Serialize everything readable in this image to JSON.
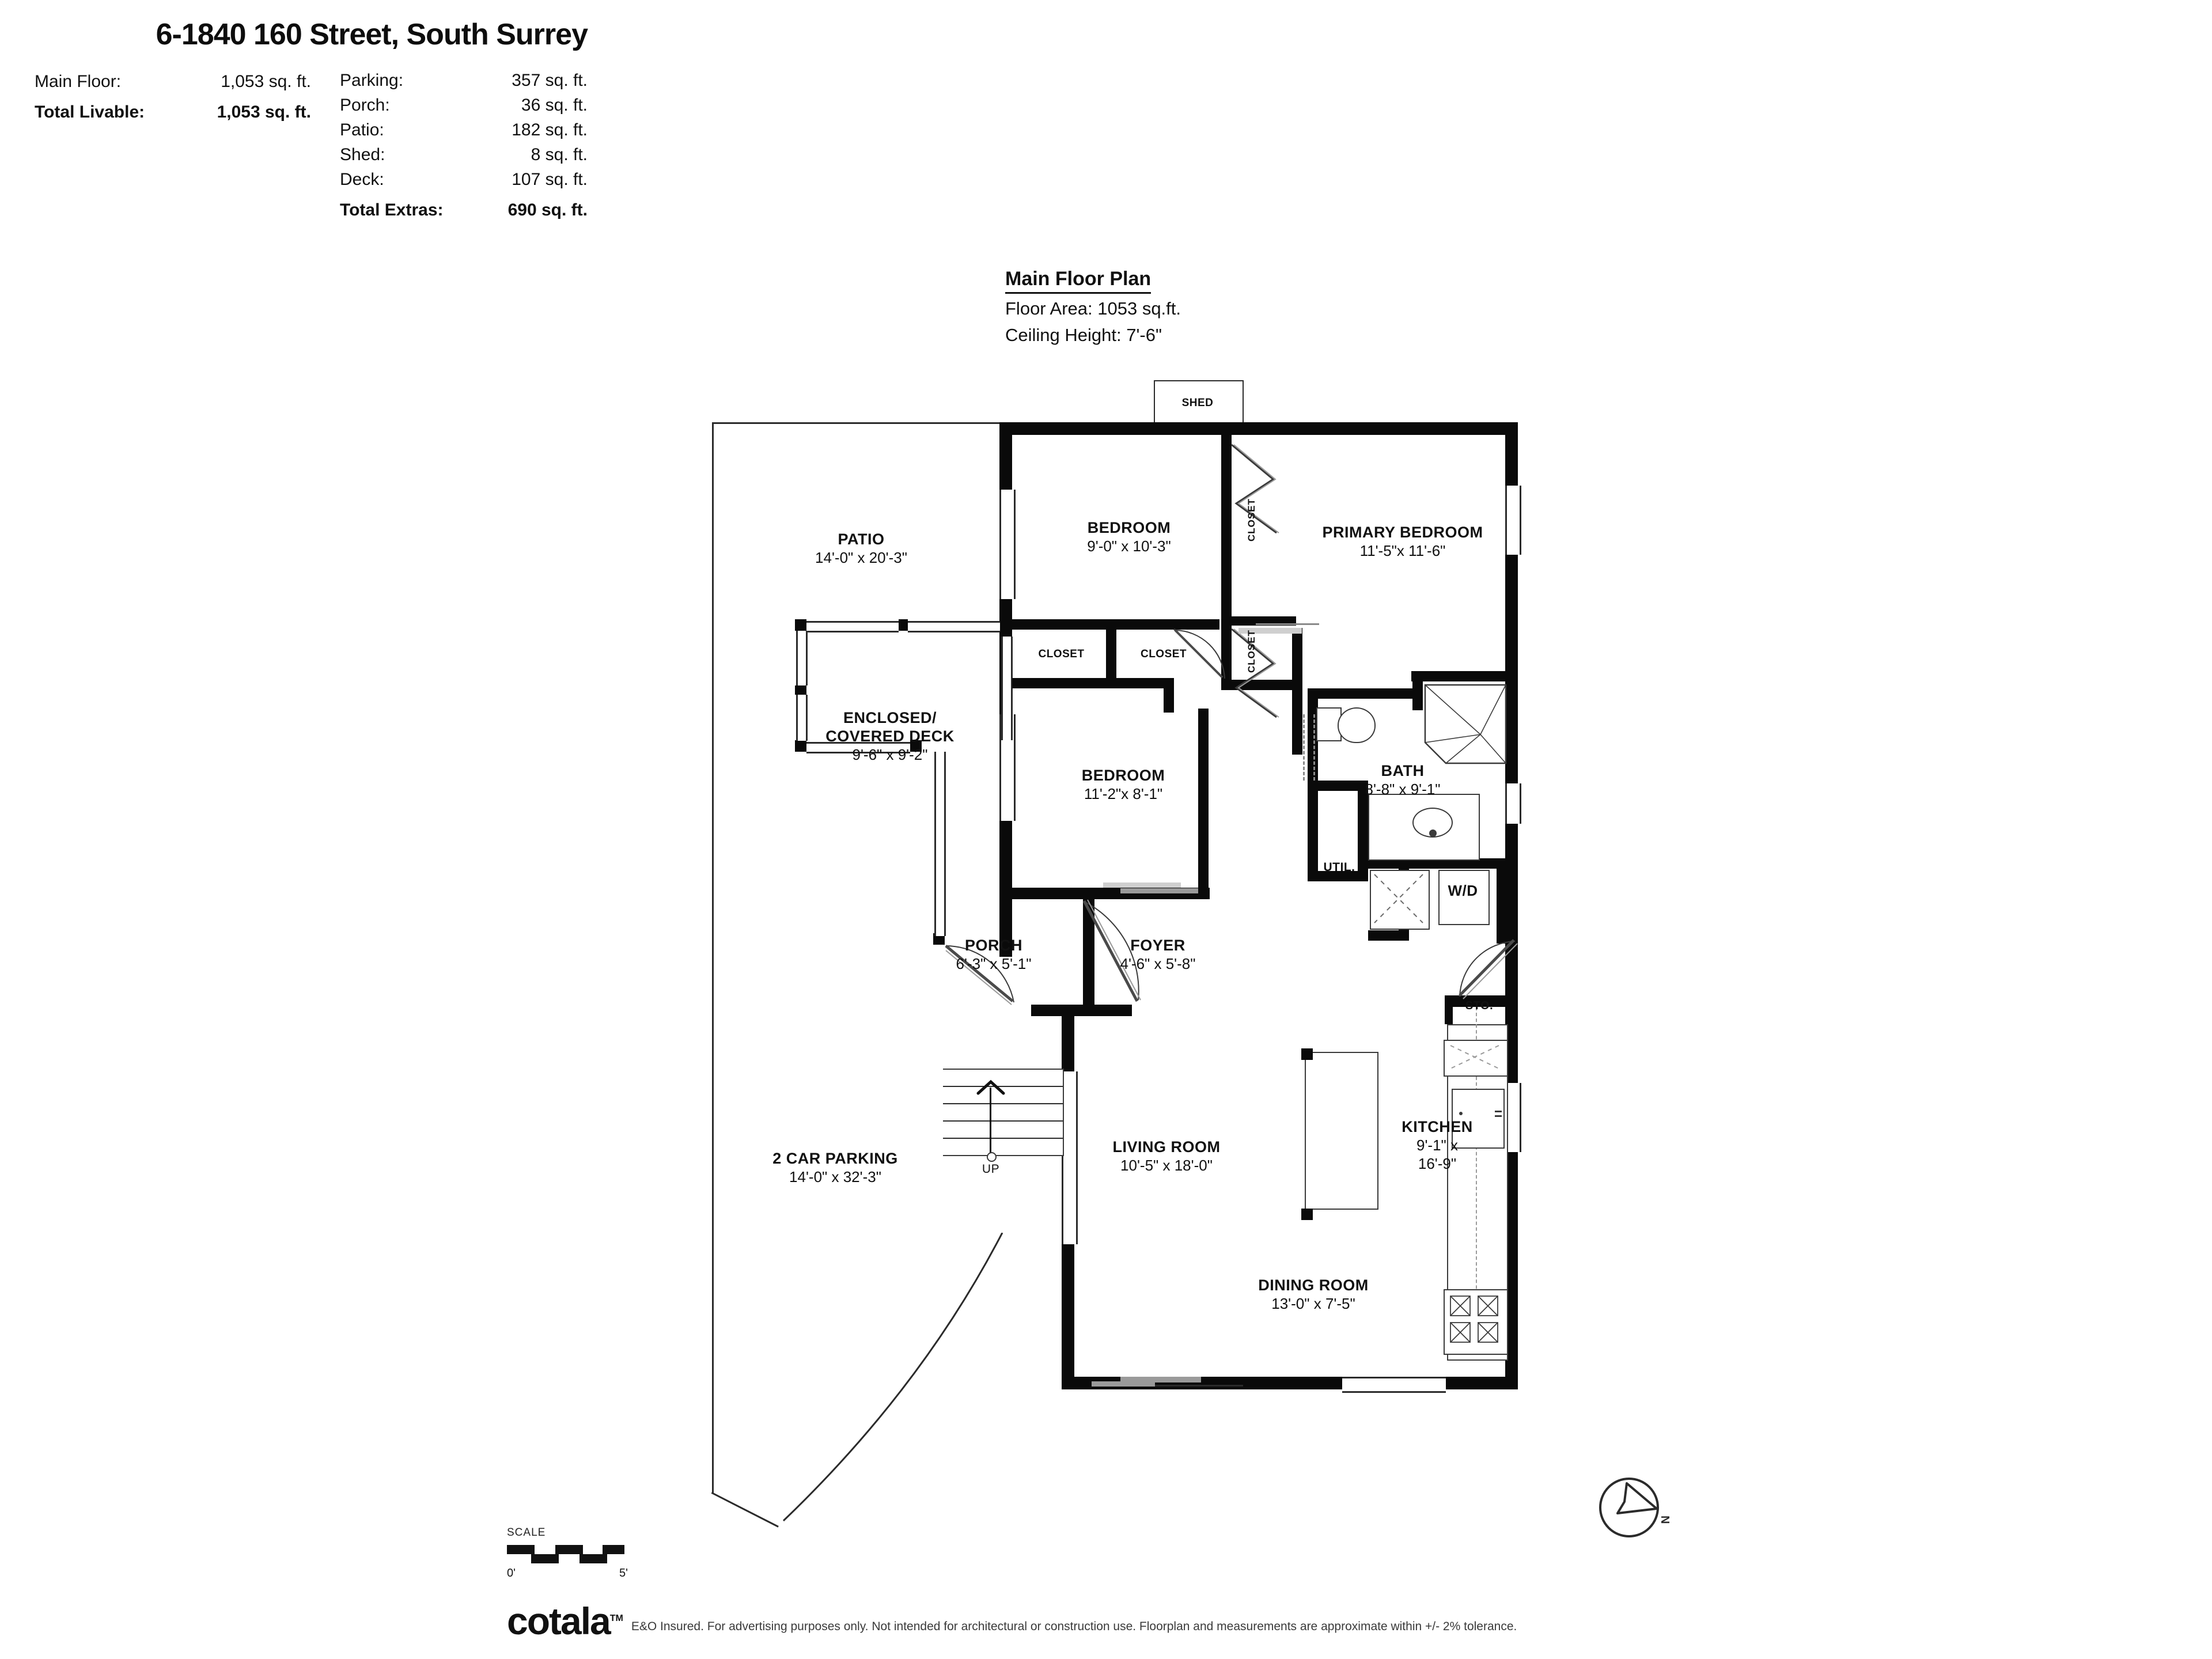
{
  "header": {
    "title": "6-1840 160 Street, South Surrey",
    "left_rows": [
      {
        "label": "Main Floor:",
        "value": "1,053 sq. ft.",
        "bold": false
      },
      {
        "label": "Total Livable:",
        "value": "1,053 sq. ft.",
        "bold": true
      }
    ],
    "right_rows": [
      {
        "label": "Parking:",
        "value": "357 sq. ft.",
        "bold": false
      },
      {
        "label": "Porch:",
        "value": "36 sq. ft.",
        "bold": false
      },
      {
        "label": "Patio:",
        "value": "182 sq. ft.",
        "bold": false
      },
      {
        "label": "Shed:",
        "value": "8 sq. ft.",
        "bold": false
      },
      {
        "label": "Deck:",
        "value": "107 sq. ft.",
        "bold": false
      },
      {
        "label": "Total Extras:",
        "value": "690 sq. ft.",
        "bold": true
      }
    ]
  },
  "plan_title": {
    "title": "Main Floor Plan",
    "floor_area": "Floor Area: 1053 sq.ft.",
    "ceiling_height": "Ceiling Height: 7'-6\""
  },
  "rooms": {
    "shed": {
      "name": "SHED"
    },
    "patio": {
      "name": "PATIO",
      "dims": "14'-0\" x 20'-3\""
    },
    "deck": {
      "name_line1": "ENCLOSED/",
      "name_line2": "COVERED DECK",
      "dims": "9'-6\" x  9'-2\""
    },
    "bedroom_top": {
      "name": "BEDROOM",
      "dims": "9'-0\" x 10'-3\""
    },
    "primary_bedroom": {
      "name": "PRIMARY BEDROOM",
      "dims": "11'-5\"x 11'-6\""
    },
    "bedroom_mid": {
      "name": "BEDROOM",
      "dims": "11'-2\"x  8'-1\""
    },
    "bath": {
      "name": "BATH",
      "dims": "8'-8\" x  9'-1\""
    },
    "utility": {
      "name": "UTIL."
    },
    "washer_dryer": {
      "name": "W/D"
    },
    "storage": {
      "name": "STO."
    },
    "porch": {
      "name": "PORCH",
      "dims": "6'-3\" x  5'-1\""
    },
    "foyer": {
      "name": "FOYER",
      "dims": "4'-6\" x  5'-8\""
    },
    "living_room": {
      "name": "LIVING ROOM",
      "dims": "10'-5\" x 18'-0\""
    },
    "dining_room": {
      "name": "DINING ROOM",
      "dims": "13'-0\" x  7'-5\""
    },
    "kitchen": {
      "name": "KITCHEN",
      "dims_line1": "9'-1\" x",
      "dims_line2": "16'-9\""
    },
    "parking": {
      "name": "2 CAR PARKING",
      "dims": "14'-0\" x 32'-3\""
    },
    "closet_p1": {
      "name": "CLOSET"
    },
    "closet_p2": {
      "name": "CLOSET"
    },
    "closet_h1": {
      "name": "CLOSET"
    },
    "closet_h2": {
      "name": "CLOSET"
    },
    "stairs": {
      "label": "UP"
    }
  },
  "scale": {
    "label": "SCALE",
    "start": "0'",
    "end": "5'"
  },
  "compass": {
    "north_label": "N"
  },
  "footer": {
    "logo": "cotala",
    "logo_mark": "TM",
    "disclaimer": "E&O Insured. For advertising purposes only. Not intended for architectural or construction use. Floorplan and measurements are approximate within +/- 2% tolerance."
  }
}
